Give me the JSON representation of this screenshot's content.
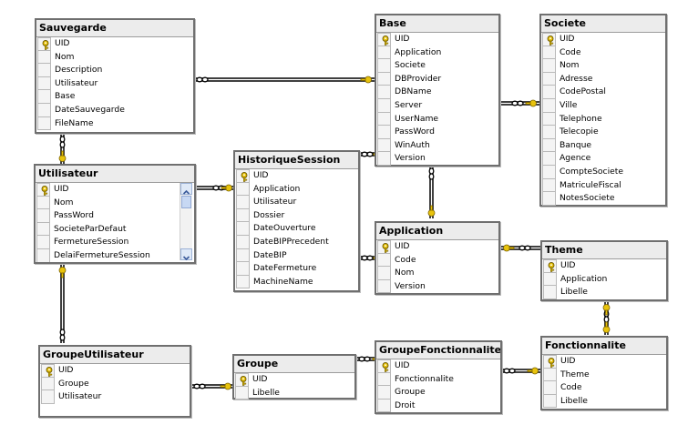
{
  "tables": {
    "sauvegarde": {
      "title": "Sauvegarde",
      "columns": [
        "UID",
        "Nom",
        "Description",
        "Utilisateur",
        "Base",
        "DateSauvegarde",
        "FileName"
      ]
    },
    "base": {
      "title": "Base",
      "columns": [
        "UID",
        "Application",
        "Societe",
        "DBProvider",
        "DBName",
        "Server",
        "UserName",
        "PassWord",
        "WinAuth",
        "Version"
      ]
    },
    "societe": {
      "title": "Societe",
      "columns": [
        "UID",
        "Code",
        "Nom",
        "Adresse",
        "CodePostal",
        "Ville",
        "Telephone",
        "Telecopie",
        "Banque",
        "Agence",
        "CompteSociete",
        "MatriculeFiscal",
        "NotesSociete"
      ]
    },
    "utilisateur": {
      "title": "Utilisateur",
      "columns": [
        "UID",
        "Nom",
        "PassWord",
        "SocieteParDefaut",
        "FermetureSession",
        "DelaiFermetureSession"
      ]
    },
    "historiquesession": {
      "title": "HistoriqueSession",
      "columns": [
        "UID",
        "Application",
        "Utilisateur",
        "Dossier",
        "DateOuverture",
        "DateBIPPrecedent",
        "DateBIP",
        "DateFermeture",
        "MachineName"
      ]
    },
    "application": {
      "title": "Application",
      "columns": [
        "UID",
        "Code",
        "Nom",
        "Version"
      ]
    },
    "theme": {
      "title": "Theme",
      "columns": [
        "UID",
        "Application",
        "Libelle"
      ]
    },
    "groupeutilisateur": {
      "title": "GroupeUtilisateur",
      "columns": [
        "UID",
        "Groupe",
        "Utilisateur"
      ]
    },
    "groupe": {
      "title": "Groupe",
      "columns": [
        "UID",
        "Libelle"
      ]
    },
    "groupefonctionnalite": {
      "title": "GroupeFonctionnalite",
      "columns": [
        "UID",
        "Fonctionnalite",
        "Groupe",
        "Droit"
      ]
    },
    "fonctionnalite": {
      "title": "Fonctionnalite",
      "columns": [
        "UID",
        "Theme",
        "Code",
        "Libelle"
      ]
    }
  },
  "colors": {
    "border": "#6f6f6f",
    "key": "#e8c30c",
    "line": "#000000"
  },
  "icons": {
    "primary_key": "key-icon",
    "relationship_one_end": "key-endpoint-icon",
    "relationship_many_end": "infinity-endpoint-icon"
  }
}
